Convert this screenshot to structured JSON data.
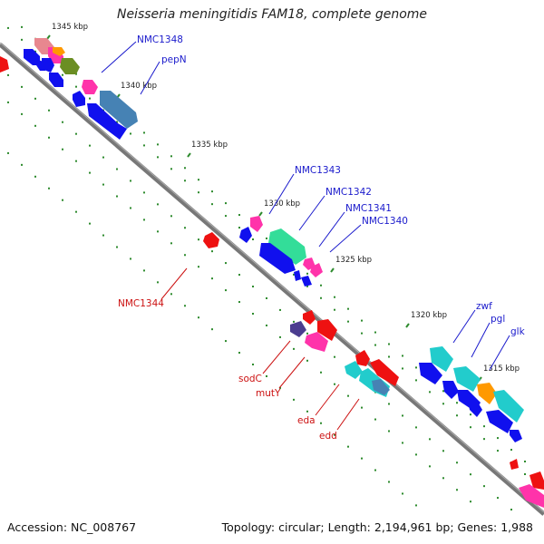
{
  "title": "Neisseria meningitidis FAM18, complete genome",
  "footer": {
    "accession": "Accession: NC_008767",
    "stats": "Topology: circular; Length: 2,194,961 bp; Genes: 1,988"
  },
  "ticks": [
    "1345 kbp",
    "1340 kbp",
    "1335 kbp",
    "1330 kbp",
    "1325 kbp",
    "1320 kbp",
    "1315 kbp"
  ],
  "gene_labels_forward": [
    "NMC1348",
    "pepN",
    "NMC1343",
    "NMC1342",
    "NMC1341",
    "NMC1340",
    "zwf",
    "pgl",
    "glk"
  ],
  "gene_labels_reverse": [
    "NMC1344",
    "sodC",
    "mutY",
    "eda",
    "edd"
  ],
  "colors": {
    "forward_label": "#1a1acc",
    "reverse_label": "#cc1111",
    "backbone": "#777777",
    "tick_dash": "#2e8b2e",
    "cds_forward": "#1010ee",
    "cds_reverse": "#ee1111",
    "trna": "#ff33aa",
    "teal": "#22cccc",
    "steel": "#4682b4",
    "mint": "#33dd99",
    "olive": "#6b8e23",
    "orange": "#ff9900",
    "purple": "#4b3d8f"
  }
}
